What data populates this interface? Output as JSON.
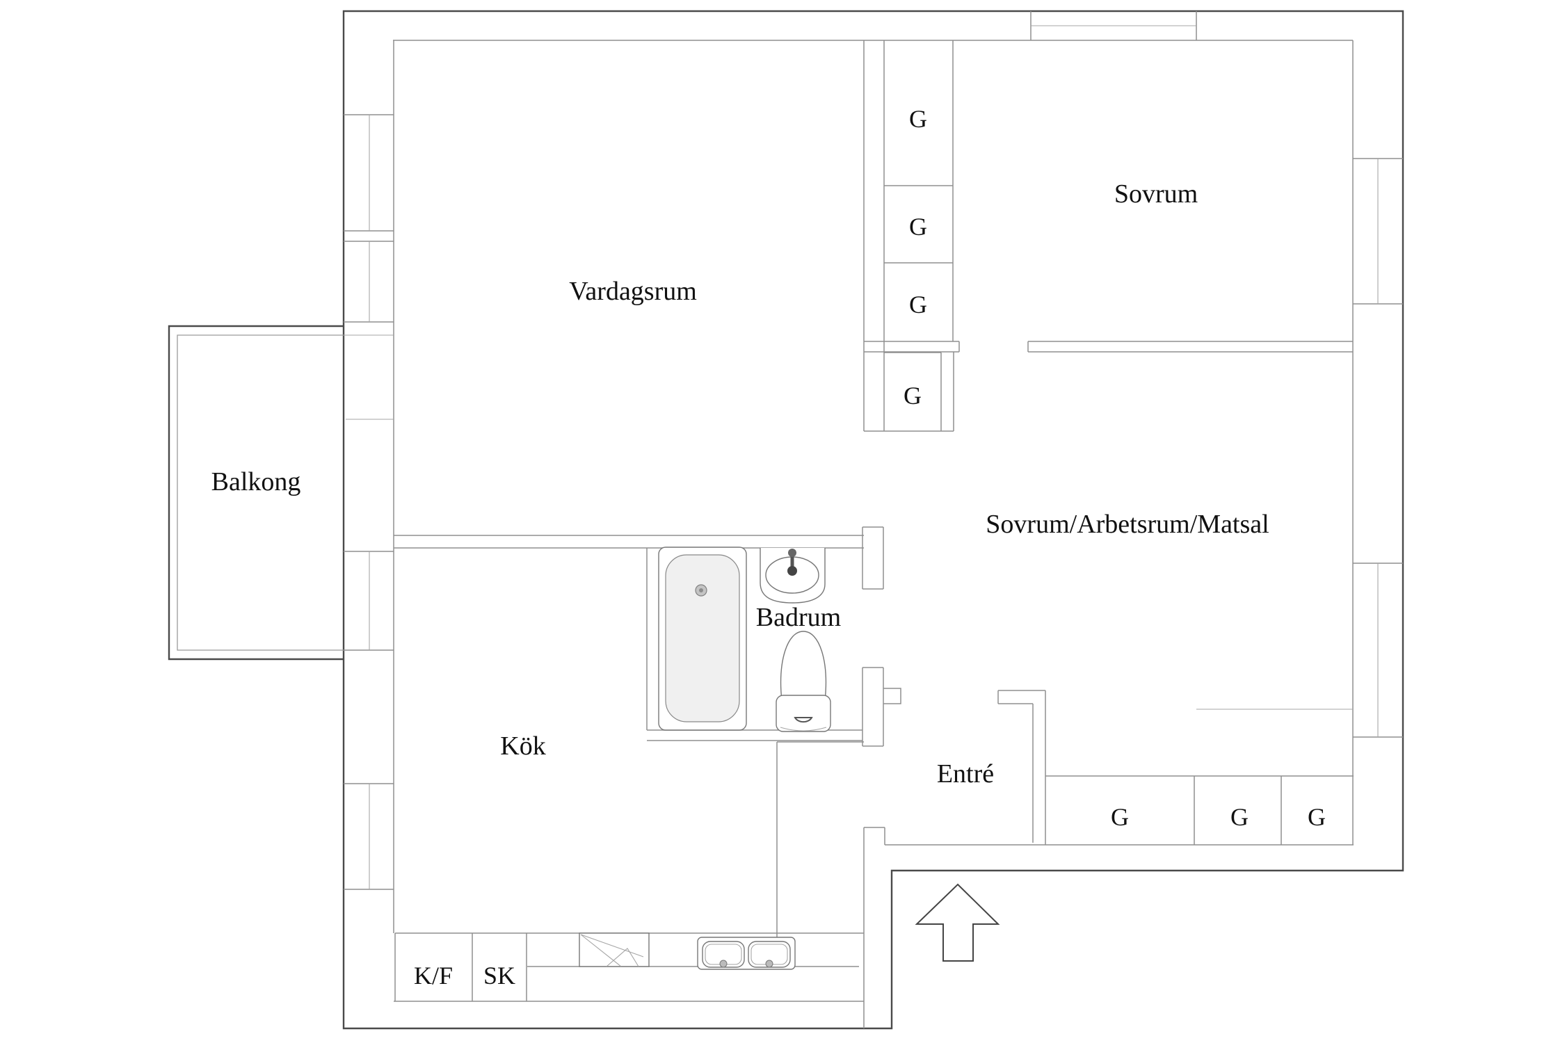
{
  "floorplan": {
    "rooms": [
      {
        "id": "vardagsrum",
        "label": "Vardagsrum"
      },
      {
        "id": "sovrum",
        "label": "Sovrum"
      },
      {
        "id": "sovrum-arbetsrum-matsal",
        "label": "Sovrum/Arbetsrum/Matsal"
      },
      {
        "id": "kok",
        "label": "Kök"
      },
      {
        "id": "badrum",
        "label": "Badrum"
      },
      {
        "id": "entre",
        "label": "Entré"
      },
      {
        "id": "balkong",
        "label": "Balkong"
      }
    ],
    "closet_label": "G",
    "closet_count": 7,
    "kitchen": {
      "units": [
        {
          "id": "fridge-freezer",
          "label": "K/F"
        },
        {
          "id": "high-cabinet",
          "label": "SK"
        }
      ]
    },
    "colors": {
      "background": "#ffffff",
      "outer_wall": "#4a4a4a",
      "inner_wall": "#8f8f8f",
      "text": "#111111"
    }
  }
}
